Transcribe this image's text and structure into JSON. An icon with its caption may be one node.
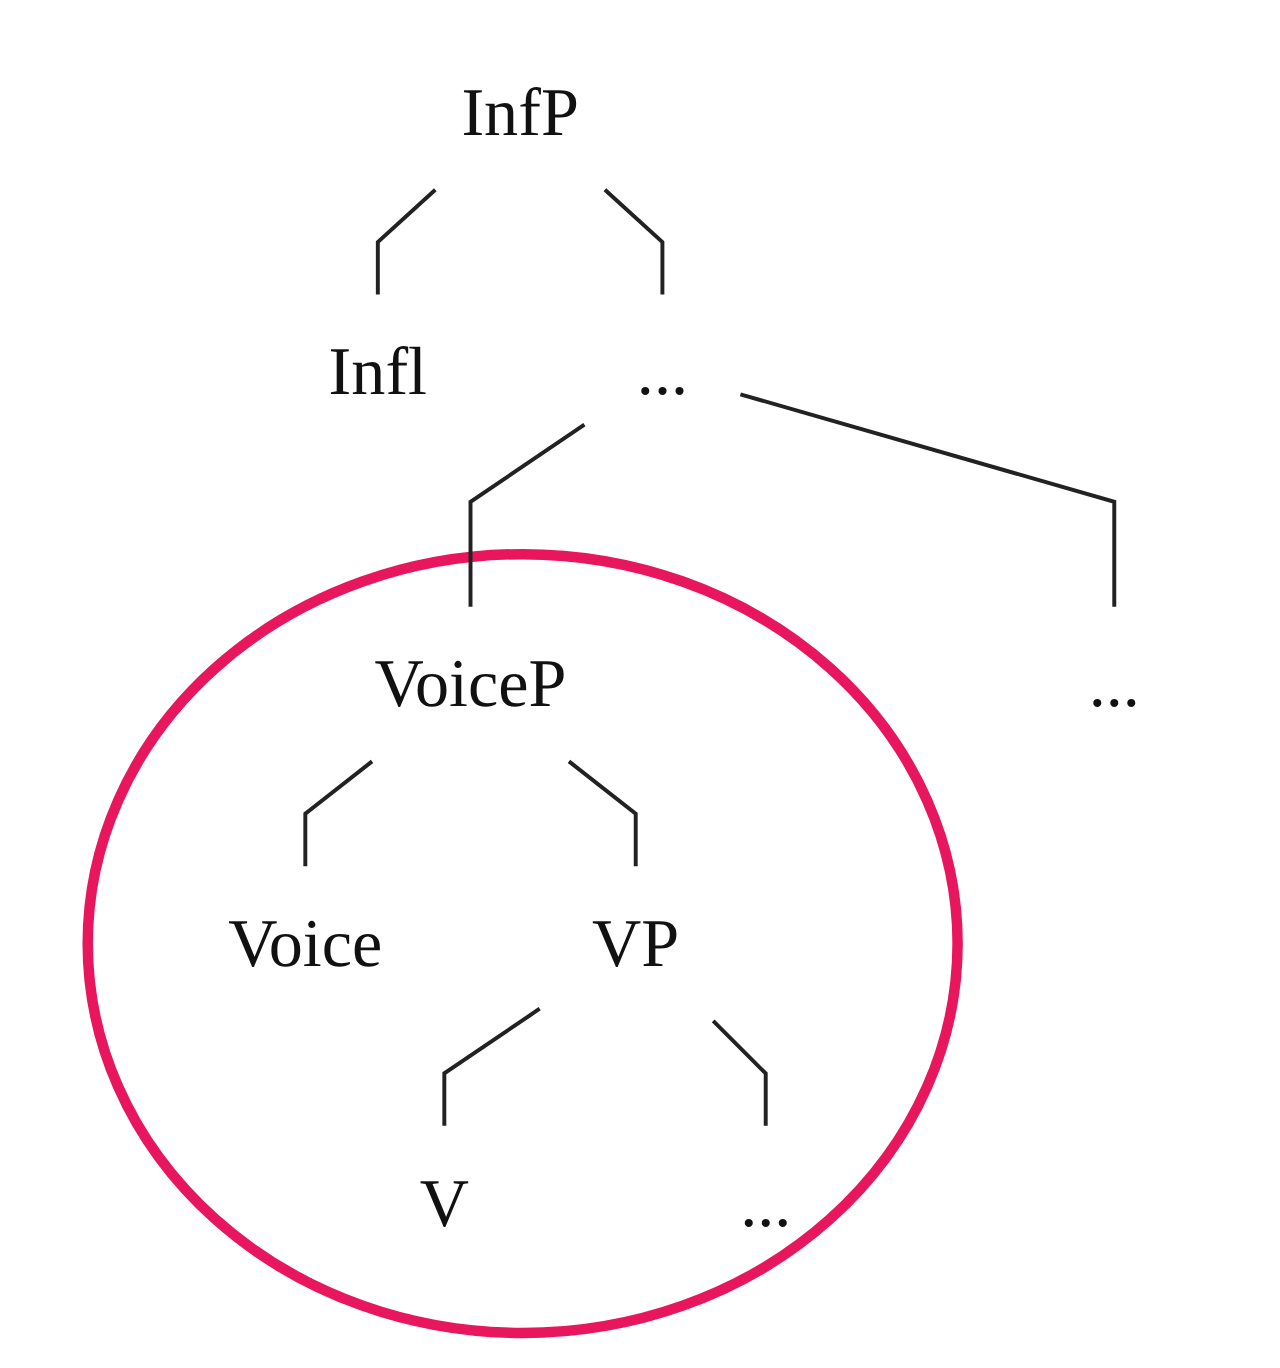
{
  "diagram": {
    "nodes": [
      {
        "text": [
          "InfP"
        ]
      },
      {
        "text": [
          "Infl"
        ]
      },
      {
        "text": [
          "..."
        ]
      },
      {
        "text": [
          "..."
        ]
      },
      {
        "text": [],
        "shape": "circle"
      },
      {
        "text": [
          "VoiceP"
        ],
        "in": 4
      },
      {
        "text": [
          "Voice"
        ],
        "in": 4
      },
      {
        "text": [
          "VP"
        ],
        "in": 4
      },
      {
        "text": [
          "V"
        ],
        "in": 4
      },
      {
        "text": [
          "..."
        ],
        "in": 4
      }
    ],
    "edges": [
      {
        "from": 0,
        "to": 1,
        "arrow": "none"
      },
      {
        "from": 0,
        "to": 2,
        "arrow": "none"
      },
      {
        "from": 2,
        "to": 3,
        "arrow": "none"
      },
      {
        "from": 2,
        "to": 5,
        "arrow": "none"
      },
      {
        "from": 5,
        "to": 6,
        "arrow": "none"
      },
      {
        "from": 5,
        "to": 7,
        "arrow": "none"
      },
      {
        "from": 7,
        "to": 8,
        "arrow": "none"
      },
      {
        "from": 7,
        "to": 9,
        "arrow": "none"
      }
    ]
  }
}
